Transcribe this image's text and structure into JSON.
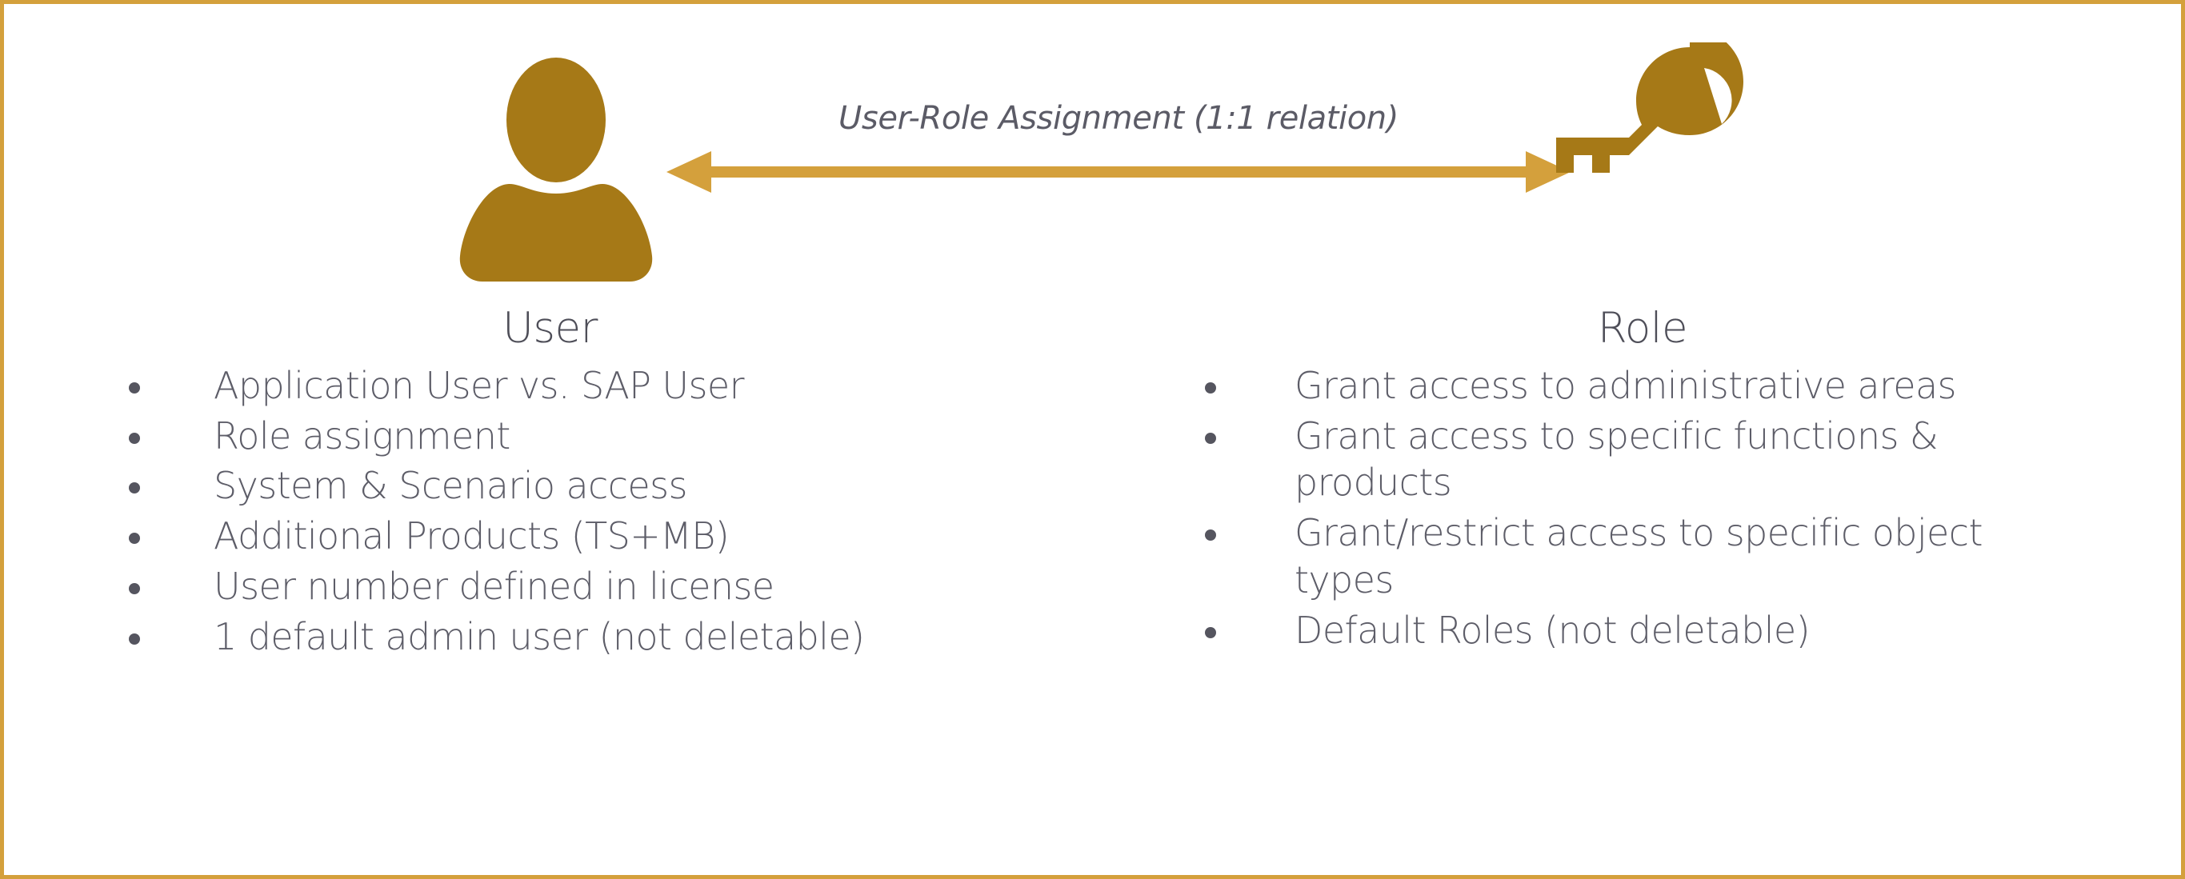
{
  "theme": {
    "border_color": "#d4a03c",
    "icon_color": "#a67917",
    "arrow_color": "#d4a03c",
    "text_color": "#5d5d68",
    "heading_color": "#4e4e58",
    "background": "#ffffff"
  },
  "diagram": {
    "relationship_label": "User-Role Assignment (1:1 relation)",
    "left_icon": "user-icon",
    "right_icon": "key-icon",
    "connector": "double-headed-arrow"
  },
  "columns": [
    {
      "id": "user",
      "heading": "User",
      "bullets": [
        "Application User vs. SAP User",
        "Role assignment",
        "System & Scenario access",
        "Additional Products (TS+MB)",
        "User number defined in license",
        "1 default admin user (not deletable)"
      ]
    },
    {
      "id": "role",
      "heading": "Role",
      "bullets": [
        "Grant access to administrative areas",
        "Grant access to specific functions & products",
        "Grant/restrict access to specific object types",
        "Default Roles (not deletable)"
      ]
    }
  ]
}
